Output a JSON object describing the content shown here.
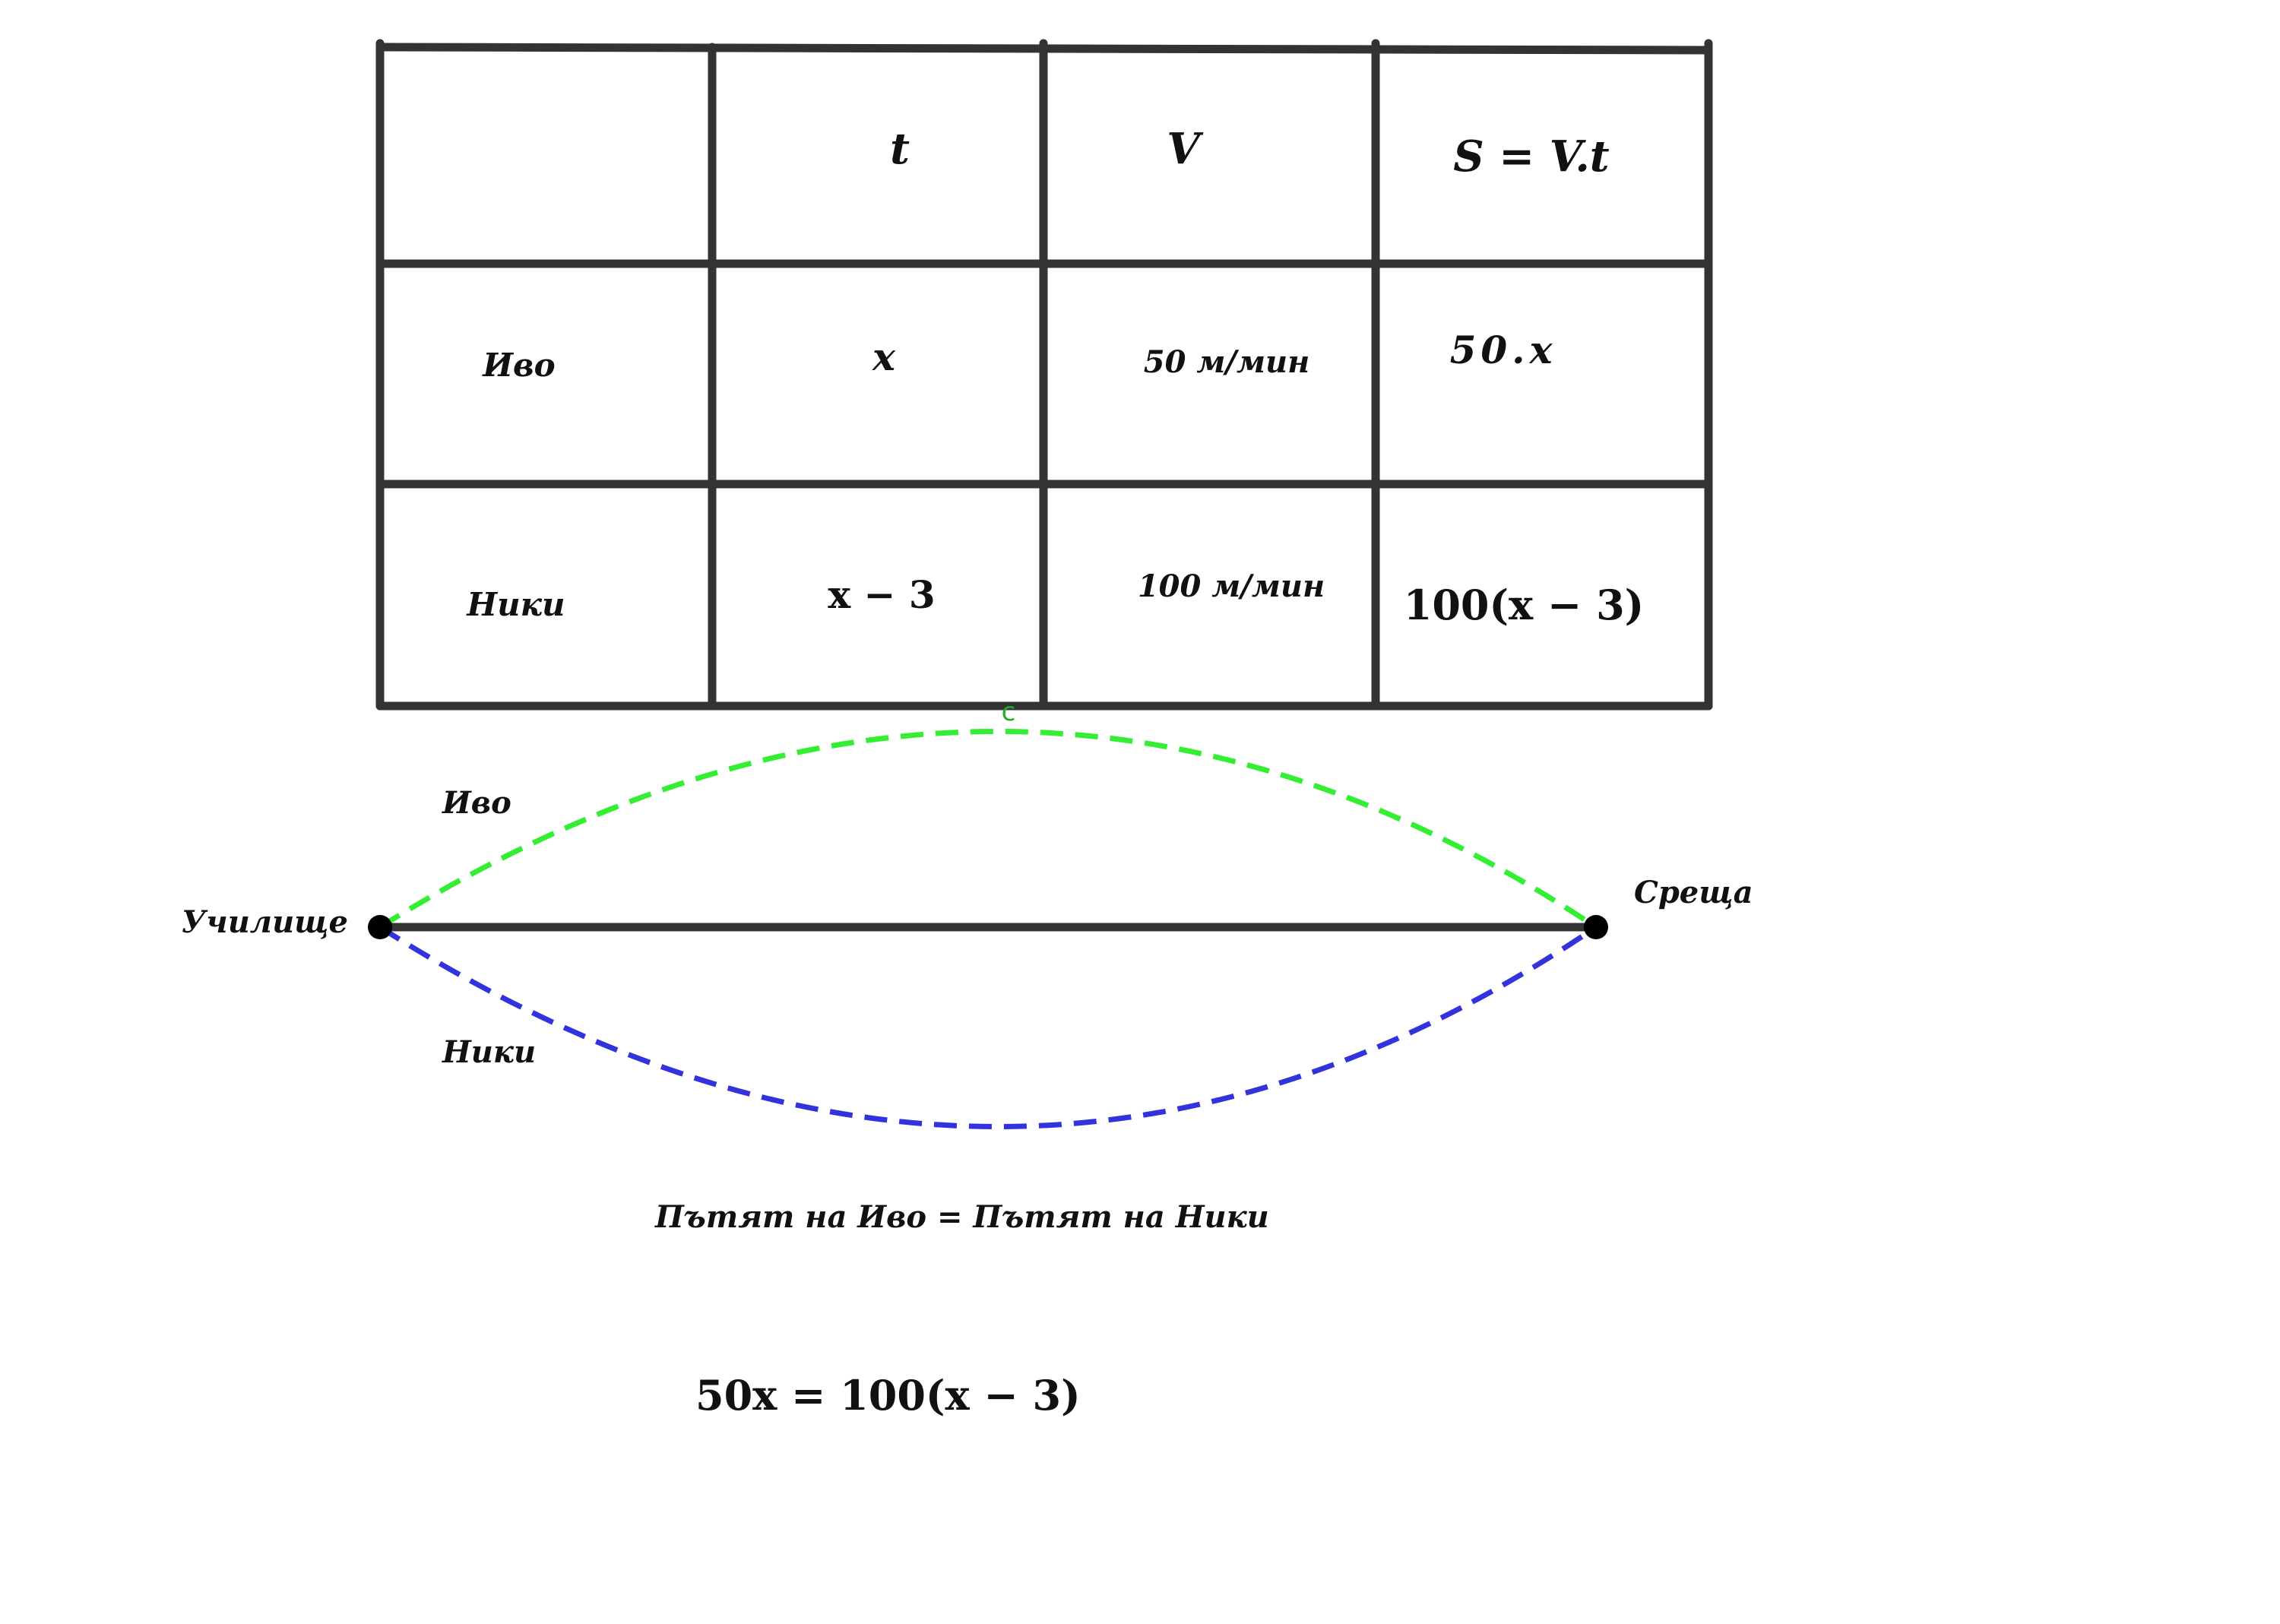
{
  "colors": {
    "grid": "#333333",
    "ivo_path": "#33ee33",
    "niki_path": "#3333dd",
    "point": "#000000",
    "point_label": "#22aa22"
  },
  "table": {
    "headers": [
      "",
      "t",
      "V",
      "S = V.t"
    ],
    "rows": [
      {
        "name": "Иво",
        "t": "x",
        "v": "50 м/мин",
        "s": "50.x"
      },
      {
        "name": "Ники",
        "t": "x − 3",
        "v": "100 м/мин",
        "s": "100(x − 3)"
      }
    ]
  },
  "diagram": {
    "start_label": "Училище",
    "end_label": "Среща",
    "ivo_label": "Иво",
    "niki_label": "Ники",
    "point_label": "c"
  },
  "statement": "Пътят на Иво = Пътят на Ники",
  "equation": "50x = 100(x − 3)"
}
